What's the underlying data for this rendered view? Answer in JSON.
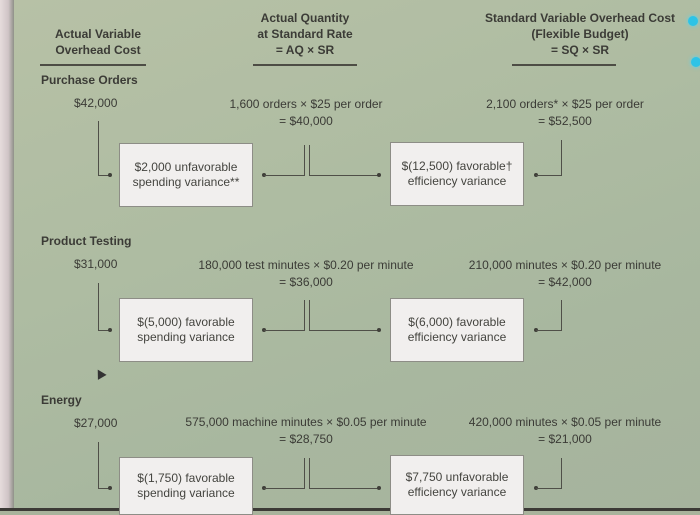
{
  "headers": {
    "col1": [
      "Actual Variable",
      "Overhead Cost"
    ],
    "col2": [
      "Actual Quantity",
      "at Standard Rate",
      "= AQ × SR"
    ],
    "col3": [
      "Standard Variable Overhead Cost",
      "(Flexible Budget)",
      "= SQ × SR"
    ]
  },
  "sections": [
    {
      "name": "Purchase Orders",
      "actual_cost": "$42,000",
      "aq_sr_line1": "1,600 orders × $25 per order",
      "aq_sr_line2": "= $40,000",
      "sq_sr_line1": "2,100 orders* × $25 per order",
      "sq_sr_line2": "= $52,500",
      "spending_variance": [
        "$2,000 unfavorable",
        "spending variance**"
      ],
      "efficiency_variance": [
        "$(12,500) favorable†",
        "efficiency variance"
      ]
    },
    {
      "name": "Product Testing",
      "actual_cost": "$31,000",
      "aq_sr_line1": "180,000 test minutes × $0.20 per minute",
      "aq_sr_line2": "= $36,000",
      "sq_sr_line1": "210,000 minutes × $0.20 per minute",
      "sq_sr_line2": "= $42,000",
      "spending_variance": [
        "$(5,000) favorable",
        "spending variance"
      ],
      "efficiency_variance": [
        "$(6,000) favorable",
        "efficiency variance"
      ]
    },
    {
      "name": "Energy",
      "actual_cost": "$27,000",
      "aq_sr_line1": "575,000 machine minutes × $0.05 per minute",
      "aq_sr_line2": "= $28,750",
      "sq_sr_line1": "420,000 minutes × $0.05 per minute",
      "sq_sr_line2": "= $21,000",
      "spending_variance": [
        "$(1,750) favorable",
        "spending variance"
      ],
      "efficiency_variance": [
        "$7,750 unfavorable",
        "efficiency variance"
      ]
    }
  ],
  "colors": {
    "background": "#aebca2",
    "box_fill": "#f1efee",
    "text": "#3b3b36",
    "accent_dots": "#2ec3e6"
  }
}
